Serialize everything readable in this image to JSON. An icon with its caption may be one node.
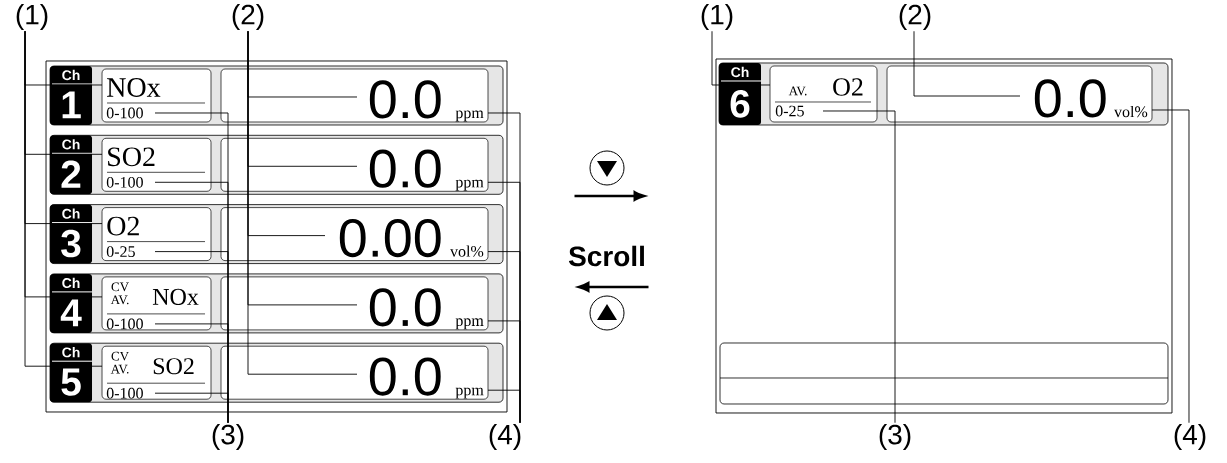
{
  "diagram": {
    "nodes": [
      {
        "text": [
          "(1)"
        ]
      },
      {
        "text": [
          "(2)"
        ]
      },
      {
        "text": [],
        "shape": "box"
      },
      {
        "text": [],
        "shape": "box",
        "in": 2
      },
      {
        "text": [
          "Ch",
          "1"
        ],
        "in": 3
      },
      {
        "text": [
          "NOx",
          "0-100"
        ],
        "in": 3
      },
      {
        "text": [
          "0.0",
          "ppm"
        ],
        "in": 3
      },
      {
        "text": [],
        "shape": "box",
        "in": 2
      },
      {
        "text": [
          "Ch",
          "2"
        ],
        "in": 7
      },
      {
        "text": [
          "SO2",
          "0-100"
        ],
        "in": 7
      },
      {
        "text": [
          "0.0",
          "ppm"
        ],
        "in": 7
      },
      {
        "text": [],
        "shape": "box",
        "in": 2
      },
      {
        "text": [
          "Ch",
          "3"
        ],
        "in": 11
      },
      {
        "text": [
          "O2",
          "0-25"
        ],
        "in": 11
      },
      {
        "text": [
          "0.00",
          "vol%"
        ],
        "in": 11
      },
      {
        "text": [],
        "shape": "box",
        "in": 2
      },
      {
        "text": [
          "Ch",
          "4"
        ],
        "in": 15
      },
      {
        "text": [
          "CV",
          "AV.",
          "NOx",
          "0-100"
        ],
        "in": 15
      },
      {
        "text": [
          "0.0",
          "ppm"
        ],
        "in": 15
      },
      {
        "text": [],
        "shape": "box",
        "in": 2
      },
      {
        "text": [
          "Ch",
          "5"
        ],
        "in": 19
      },
      {
        "text": [
          "CV",
          "AV.",
          "SO2",
          "0-100"
        ],
        "in": 19
      },
      {
        "text": [
          "0.0",
          "ppm"
        ],
        "in": 19
      },
      {
        "text": [
          "(3)"
        ]
      },
      {
        "text": [
          "(4)"
        ]
      },
      {
        "text": [
          "(1)"
        ]
      },
      {
        "text": [
          "(2)"
        ]
      },
      {
        "text": [],
        "shape": "box"
      },
      {
        "text": [],
        "shape": "box",
        "in": 27
      },
      {
        "text": [
          "Ch",
          "6"
        ],
        "in": 28
      },
      {
        "text": [
          "AV.",
          "O2",
          "0-25"
        ],
        "in": 28
      },
      {
        "text": [
          "0.0",
          "vol%"
        ],
        "in": 28
      },
      {
        "text": [],
        "shape": "box",
        "in": 27
      },
      {
        "text": [
          "(3)"
        ]
      },
      {
        "text": [
          "(4)"
        ]
      }
    ],
    "edges": [
      {
        "from": 0,
        "to": 5,
        "arrow": "none"
      },
      {
        "from": 0,
        "to": 9,
        "arrow": "none"
      },
      {
        "from": 0,
        "to": 13,
        "arrow": "none"
      },
      {
        "from": 0,
        "to": 17,
        "arrow": "none"
      },
      {
        "from": 0,
        "to": 21,
        "arrow": "none"
      },
      {
        "from": 1,
        "to": 6,
        "arrow": "none"
      },
      {
        "from": 1,
        "to": 10,
        "arrow": "none"
      },
      {
        "from": 1,
        "to": 14,
        "arrow": "none"
      },
      {
        "from": 1,
        "to": 18,
        "arrow": "none"
      },
      {
        "from": 1,
        "to": 22,
        "arrow": "none"
      },
      {
        "from": 23,
        "to": 5,
        "arrow": "none"
      },
      {
        "from": 23,
        "to": 9,
        "arrow": "none"
      },
      {
        "from": 23,
        "to": 13,
        "arrow": "none"
      },
      {
        "from": 23,
        "to": 17,
        "arrow": "none"
      },
      {
        "from": 23,
        "to": 21,
        "arrow": "none"
      },
      {
        "from": 24,
        "to": 6,
        "arrow": "none"
      },
      {
        "from": 24,
        "to": 10,
        "arrow": "none"
      },
      {
        "from": 24,
        "to": 14,
        "arrow": "none"
      },
      {
        "from": 24,
        "to": 18,
        "arrow": "none"
      },
      {
        "from": 24,
        "to": 22,
        "arrow": "none"
      },
      {
        "from": 2,
        "to": 27,
        "arrow": "to"
      },
      {
        "from": 27,
        "to": 2,
        "arrow": "to"
      },
      {
        "from": 25,
        "to": 30,
        "arrow": "none"
      },
      {
        "from": 26,
        "to": 31,
        "arrow": "none"
      },
      {
        "from": 33,
        "to": 30,
        "arrow": "none"
      },
      {
        "from": 34,
        "to": 31,
        "arrow": "none"
      }
    ],
    "labels": [
      "Scroll"
    ]
  }
}
